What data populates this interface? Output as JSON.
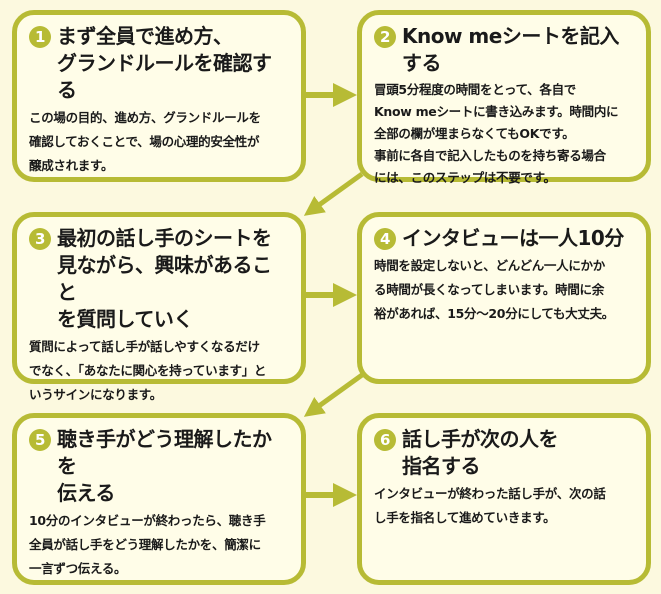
{
  "accent_color": "#b7bb35",
  "steps": [
    {
      "number": "1",
      "title": "まず全員で進め方、\nグランドルールを確認する",
      "body": "この場の目的、進め方、グランドルールを\n確認しておくことで、場の心理的安全性が\n醸成されます。"
    },
    {
      "number": "2",
      "title": "Know meシートを記入する",
      "body": "冒頭5分程度の時間をとって、各自で\nKnow meシートに書き込みます。時間内に\n全部の欄が埋まらなくてもOKです。\n事前に各自で記入したものを持ち寄る場合\nには、このステップは不要です。"
    },
    {
      "number": "3",
      "title": "最初の話し手のシートを\n見ながら、興味があること\nを質問していく",
      "body": "質問によって話し手が話しやすくなるだけ\nでなく、「あなたに関心を持っています」と\nいうサインになります。"
    },
    {
      "number": "4",
      "title": "インタビューは一人10分",
      "body": "時間を設定しないと、どんどん一人にかか\nる時間が長くなってしまいます。時間に余\n裕があれば、15分〜20分にしても大丈夫。"
    },
    {
      "number": "5",
      "title": "聴き手がどう理解したかを\n伝える",
      "body": "10分のインタビューが終わったら、聴き手\n全員が話し手をどう理解したかを、簡潔に\n一言ずつ伝える。"
    },
    {
      "number": "6",
      "title": "話し手が次の人を\n指名する",
      "body": "インタビューが終わった話し手が、次の話\nし手を指名して進めていきます。"
    }
  ]
}
